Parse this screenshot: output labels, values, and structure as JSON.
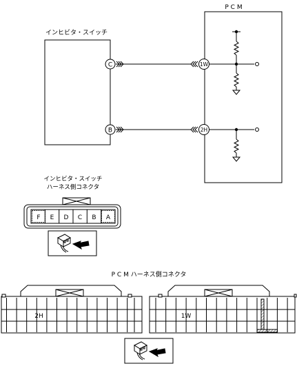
{
  "switch_box": {
    "title": "インヒビタ・スイッチ"
  },
  "pcm_box": {
    "title": "P C M"
  },
  "terminals": {
    "switch_c": "C",
    "switch_b": "B",
    "pcm_1w": "1W",
    "pcm_2h": "2H"
  },
  "switch_connector": {
    "caption_line1": "インヒビタ・スイッチ",
    "caption_line2": "ハーネス側コネクタ",
    "pins": [
      "F",
      "E",
      "D",
      "C",
      "B",
      "A"
    ]
  },
  "pcm_connector": {
    "caption": "P C M ハーネス側コネクタ",
    "left_pin": "2H",
    "right_pin": "1W"
  },
  "icons": [
    "connector-view-icon",
    "connector-view-icon"
  ]
}
